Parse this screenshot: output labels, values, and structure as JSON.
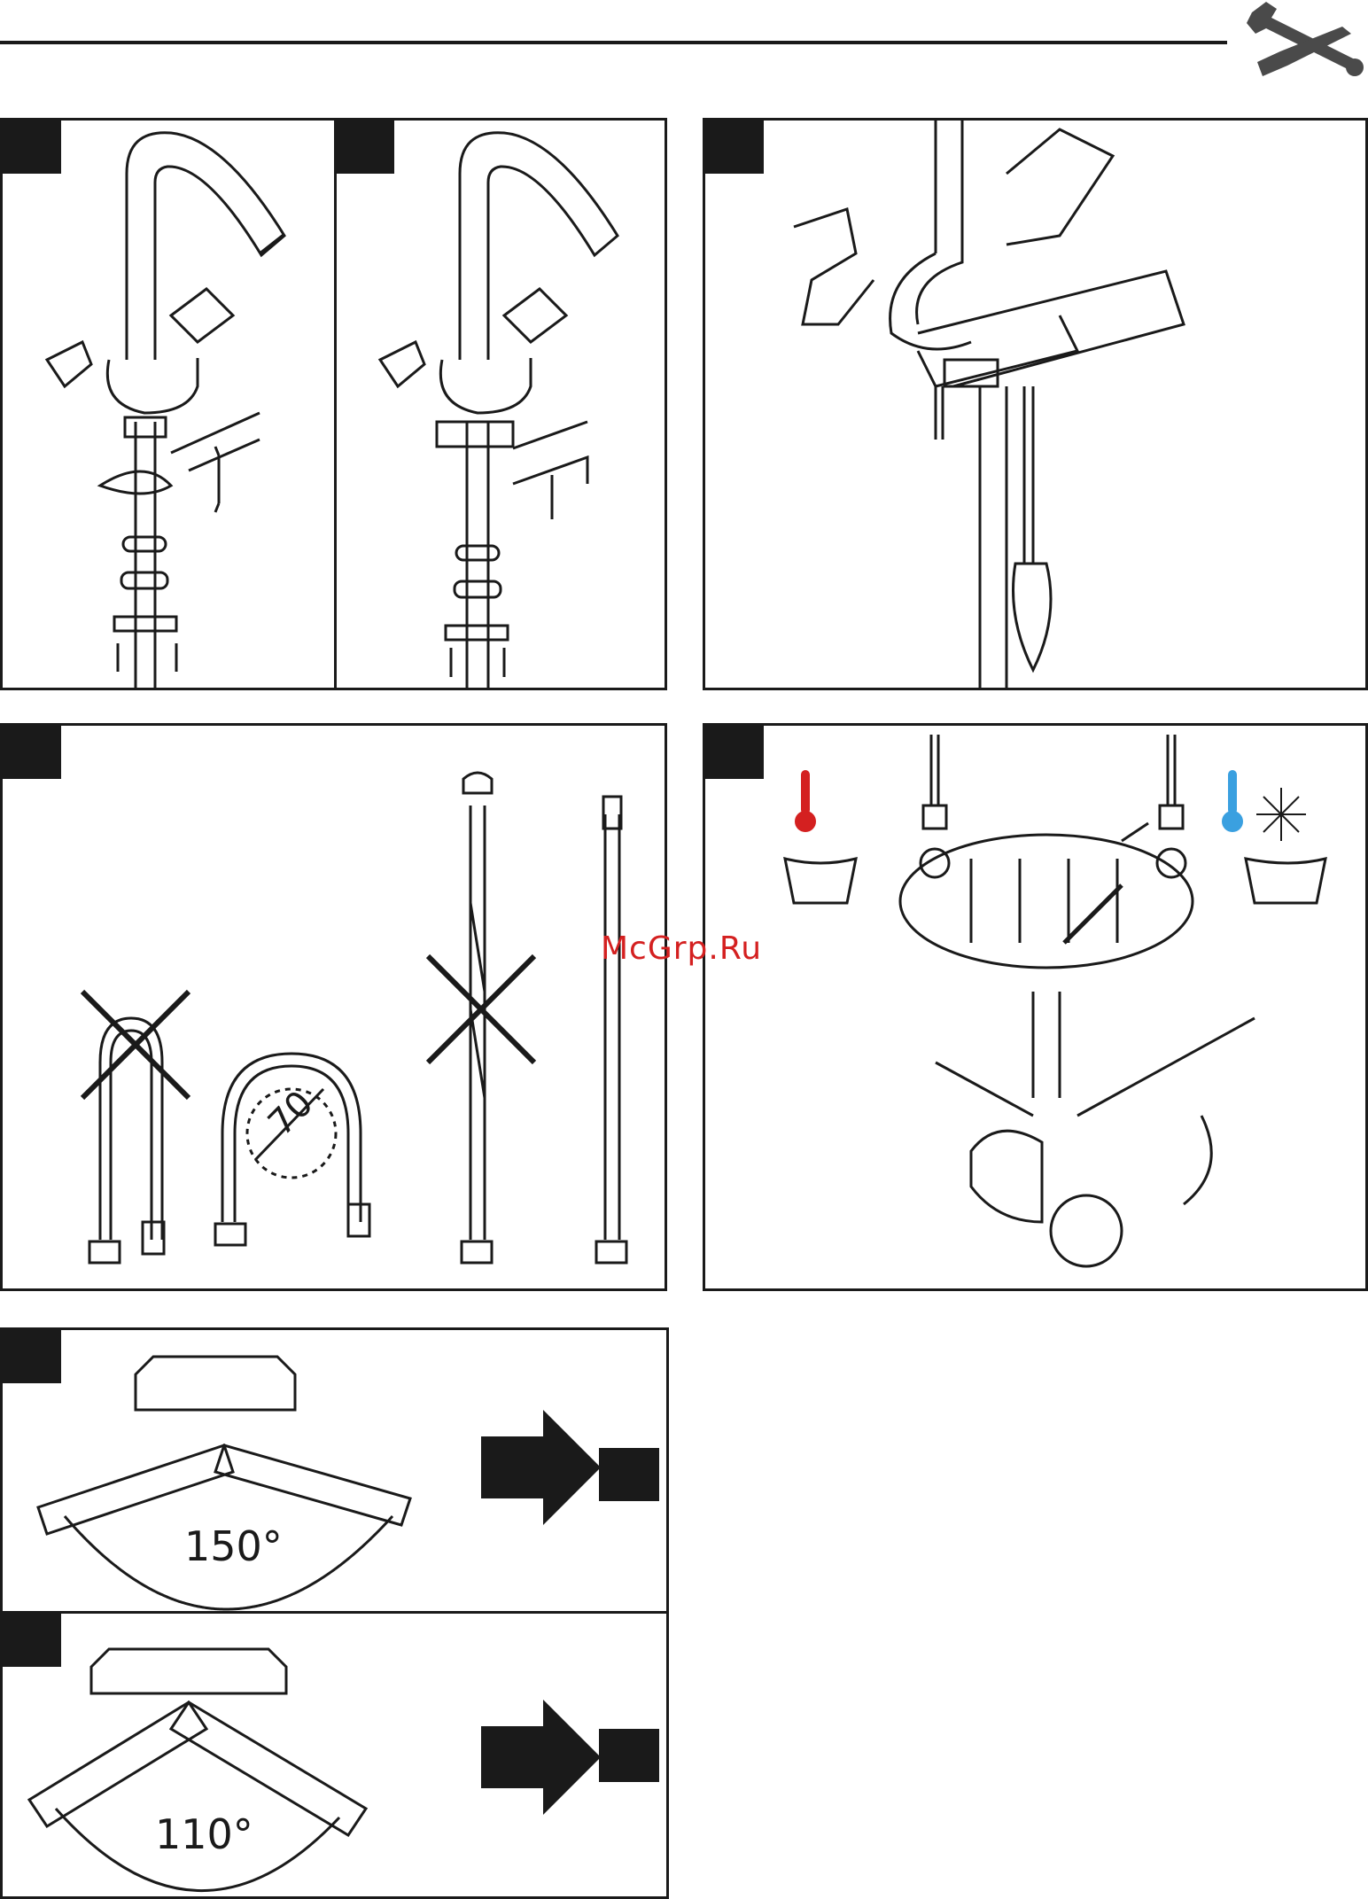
{
  "header": {
    "icon": "wrench-screwdriver-icon"
  },
  "panels": {
    "install_faucet_with_clamp": {
      "icon": "faucet-clamp-illustration"
    },
    "install_faucet_with_spacer": {
      "icon": "faucet-spacer-illustration"
    },
    "tighten_nut": {
      "icon": "faucet-screwdriver-illustration"
    },
    "hose_bending": {
      "bend_diameter": "70",
      "icons": [
        "hose-bent-wrong-icon",
        "hose-bent-correct-icon",
        "hose-twisted-wrong-icon",
        "hose-straight-correct-icon"
      ]
    },
    "connect_water": {
      "icons": [
        "hot-water-icon",
        "cold-water-icon",
        "no-sealing-tape-icon",
        "wrench-connect-icon"
      ]
    },
    "swivel_150": {
      "angle": "150°"
    },
    "swivel_110": {
      "angle": "110°"
    }
  },
  "watermark": "McGrp.Ru",
  "colors": {
    "hot": "#d42020",
    "cold": "#3aa0e0",
    "ink": "#1a1a1a",
    "watermark": "#d42020"
  }
}
